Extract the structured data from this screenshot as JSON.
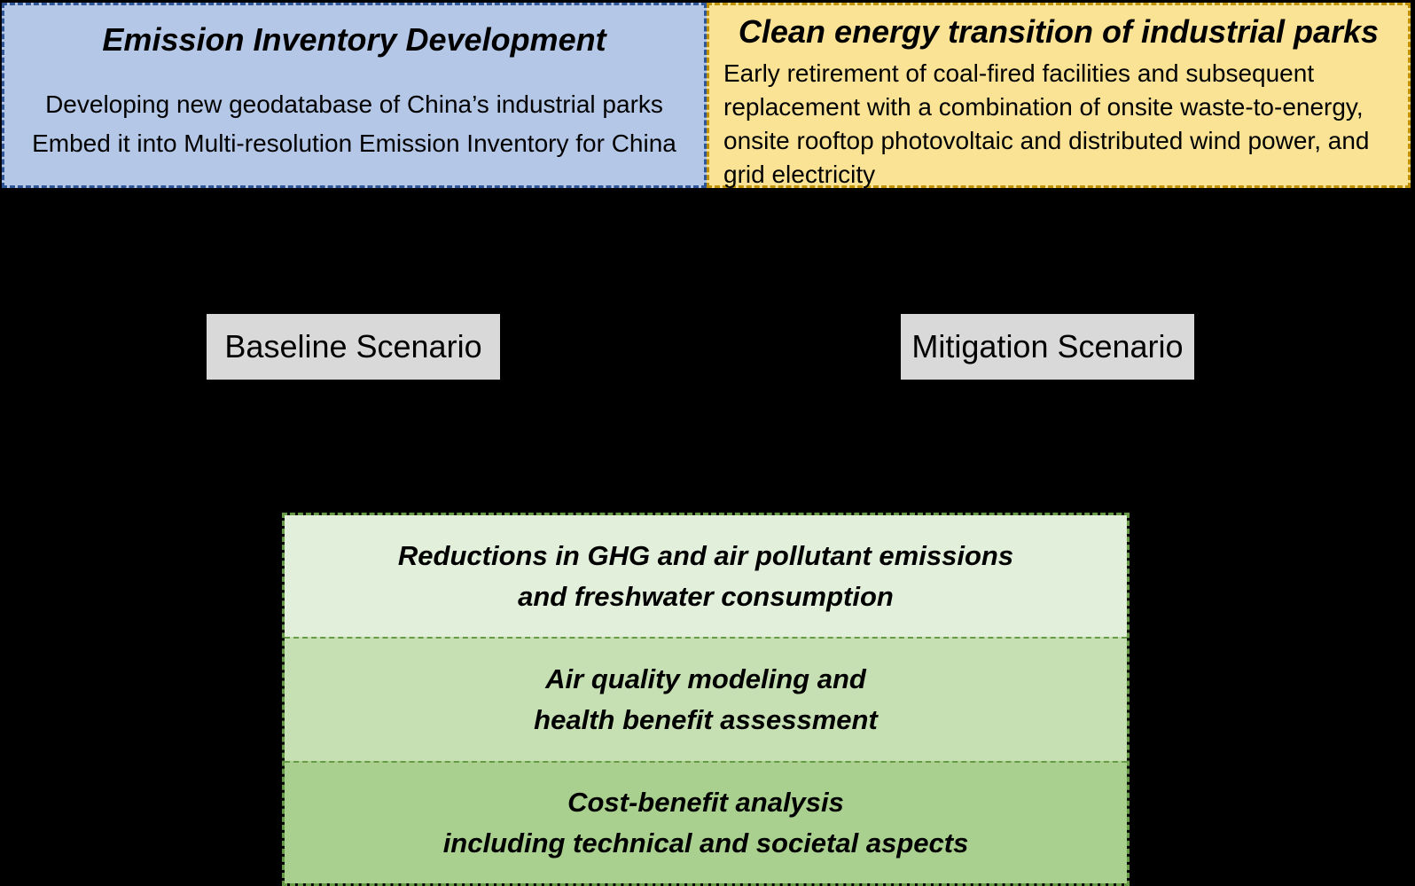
{
  "diagram": {
    "emission_inventory_box": {
      "title": "Emission Inventory Development",
      "lines": [
        "Developing new geodatabase of China’s industrial parks",
        "Embed it into Multi-resolution Emission Inventory for China"
      ]
    },
    "clean_energy_box": {
      "title": "Clean energy transition of industrial parks",
      "body": "Early retirement of coal-fired facilities and subsequent replacement with a combination of onsite waste-to-energy, onsite rooftop photovoltaic and distributed wind power, and grid electricity"
    },
    "scenarios": {
      "baseline": "Baseline Scenario",
      "mitigation": "Mitigation Scenario"
    },
    "outcomes": [
      {
        "lines": [
          "Reductions in GHG and air pollutant emissions",
          "and freshwater consumption"
        ]
      },
      {
        "lines": [
          "Air quality modeling and",
          "health benefit assessment"
        ]
      },
      {
        "lines": [
          "Cost-benefit analysis",
          "including technical and societal aspects"
        ]
      }
    ],
    "colors": {
      "background": "#000000",
      "blue_fill": "#b4c7e7",
      "blue_border": "#2e5597",
      "yellow_fill": "#fbe396",
      "yellow_border": "#bf9000",
      "gray_fill": "#d9d9d9",
      "green_fill_light": "#e2efda",
      "green_fill_medium": "#c6e0b4",
      "green_fill_dark": "#a9d08e",
      "green_border": "#669a44",
      "text": "#000000"
    }
  }
}
